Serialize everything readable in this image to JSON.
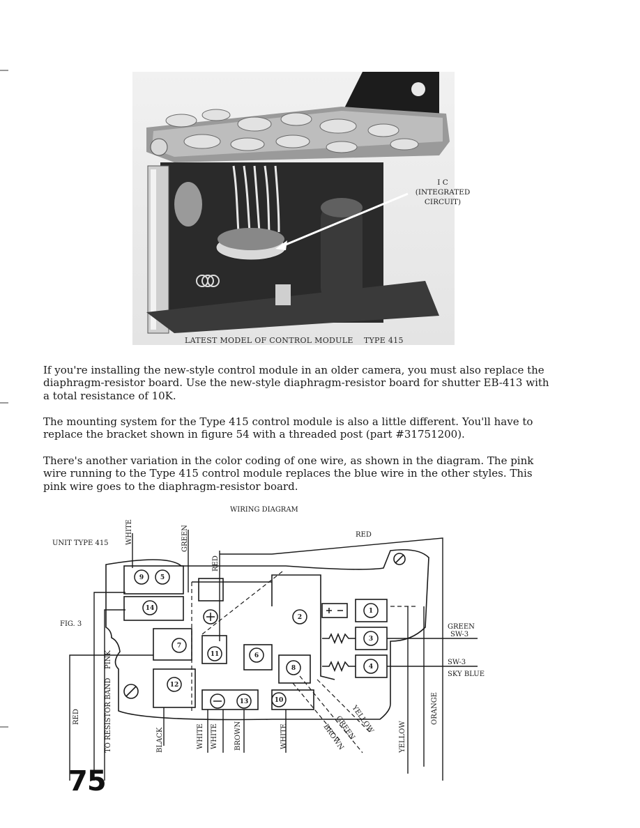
{
  "photo": {
    "caption": "LATEST MODEL OF CONTROL MODULE    TYPE 415",
    "ic_label": [
      "I C",
      "(INTEGRATED",
      "CIRCUIT)"
    ]
  },
  "paragraphs": [
    "If you're installing the new-style control module in an older camera, you must also replace the diaphragm-resistor board.  Use the new-style diaphragm-resistor board for shutter EB-413 with a total resistance of 10K.",
    "The mounting system for the Type 415 control module is also a little different.  You'll have to replace the bracket shown in figure 54 with a threaded post (part #31751200).",
    "There's another variation in the color coding of one wire, as shown in the diagram. The pink wire running to the Type 415 control module replaces the blue wire in the other styles.  This pink wire goes to the diaphragm-resistor board."
  ],
  "diagram": {
    "title": "WIRING DIAGRAM",
    "unit_label": "UNIT TYPE 415",
    "fig_label": "FIG. 3",
    "top_wires": [
      "WHITE",
      "GREEN",
      "RED"
    ],
    "red_top": "RED",
    "right_labels": [
      "GREEN",
      "SW-3",
      "SW-3",
      "SKY BLUE"
    ],
    "left_wires": [
      "RED",
      "TO RESISTOR BAND",
      "PINK"
    ],
    "bottom_wires": [
      "BLACK",
      "WHITE",
      "WHITE",
      "BROWN",
      "WHITE",
      "YELLOW",
      "ORANGE"
    ],
    "diagonal_wires": [
      "YELLOW",
      "GREEN",
      "BROWN"
    ],
    "terminals": [
      "9",
      "5",
      "14",
      "7",
      "11",
      "6",
      "12",
      "13",
      "10",
      "8",
      "2",
      "1",
      "3",
      "4"
    ]
  },
  "page_number": "75"
}
